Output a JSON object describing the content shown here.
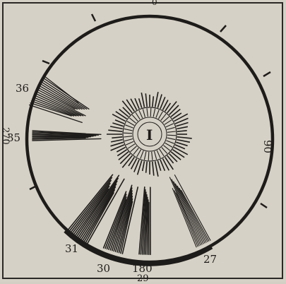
{
  "diagram": {
    "center_label": "I",
    "rim_marks": [
      {
        "key": "top",
        "text": "0"
      },
      {
        "key": "right",
        "text": "90"
      },
      {
        "key": "left",
        "text": "270"
      },
      {
        "key": "bottom",
        "text": "180"
      }
    ],
    "ray_bundle_labels": [
      "36",
      "35",
      "31",
      "30",
      "29",
      "27"
    ],
    "colors": {
      "paper": "#d6d1c6",
      "ink": "#1e1c1a"
    }
  }
}
